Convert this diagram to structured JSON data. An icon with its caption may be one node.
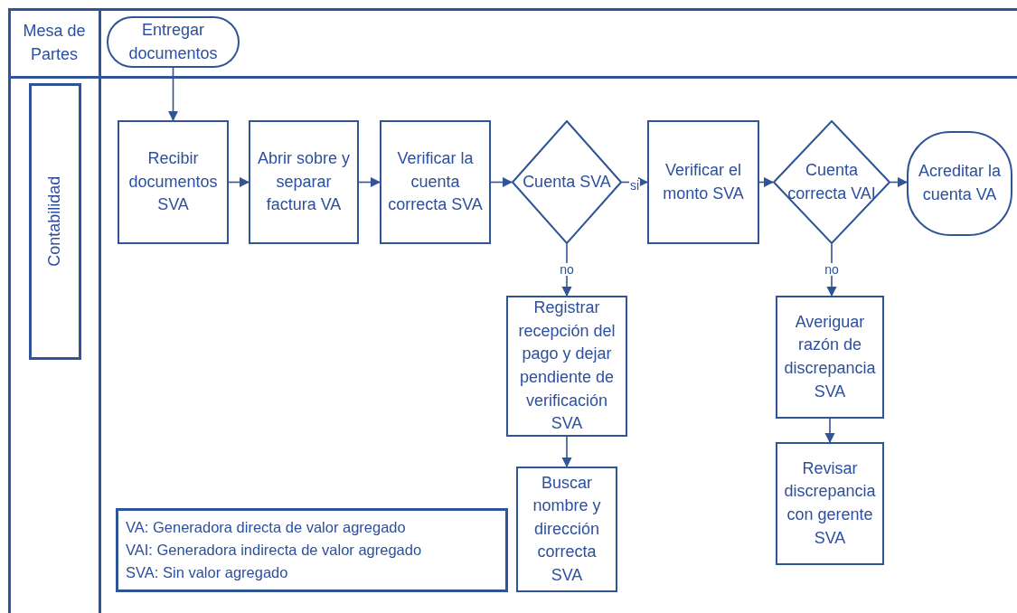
{
  "diagram": {
    "nodes": [
      {
        "text": [
          "Mesa de Partes"
        ]
      },
      {
        "text": [
          "Entregar documentos"
        ]
      },
      {
        "text": [
          "Contabilidad"
        ]
      },
      {
        "text": [
          "Recibir documentos SVA"
        ]
      },
      {
        "text": [
          "Abrir sobre y separar factura VA"
        ]
      },
      {
        "text": [
          "Verificar la cuenta correcta SVA"
        ]
      },
      {
        "text": [
          "Cuenta SVA"
        ]
      },
      {
        "text": [
          "Verificar el monto SVA"
        ]
      },
      {
        "text": [
          "Cuenta correcta VAI"
        ]
      },
      {
        "text": [
          "Acreditar la cuenta VA"
        ]
      },
      {
        "text": [
          "Registrar recepción del pago y dejar pendiente de verificación SVA"
        ]
      },
      {
        "text": [
          "Buscar nombre y dirección correcta SVA"
        ]
      },
      {
        "text": [
          "Averiguar razón de discrepancia SVA"
        ]
      },
      {
        "text": [
          "Revisar discrepancia con gerente SVA"
        ]
      }
    ],
    "edges": [
      {
        "from": 1,
        "to": 3,
        "arrow": "to"
      },
      {
        "from": 3,
        "to": 4,
        "arrow": "to"
      },
      {
        "from": 4,
        "to": 5,
        "arrow": "to"
      },
      {
        "from": 5,
        "to": 6,
        "arrow": "to"
      },
      {
        "from": 6,
        "to": 7,
        "arrow": "to",
        "label": "si"
      },
      {
        "from": 7,
        "to": 8,
        "arrow": "to"
      },
      {
        "from": 8,
        "to": 9,
        "arrow": "to"
      },
      {
        "from": 6,
        "to": 10,
        "arrow": "to",
        "label": "no"
      },
      {
        "from": 10,
        "to": 11,
        "arrow": "to"
      },
      {
        "from": 8,
        "to": 12,
        "arrow": "to",
        "label": "no"
      },
      {
        "from": 12,
        "to": 13,
        "arrow": "to"
      }
    ],
    "labels": [
      "VA: Generadora directa de valor agregado",
      "VAI: Generadora indirecta de valor agregado",
      "SVA: Sin valor agregado"
    ]
  }
}
